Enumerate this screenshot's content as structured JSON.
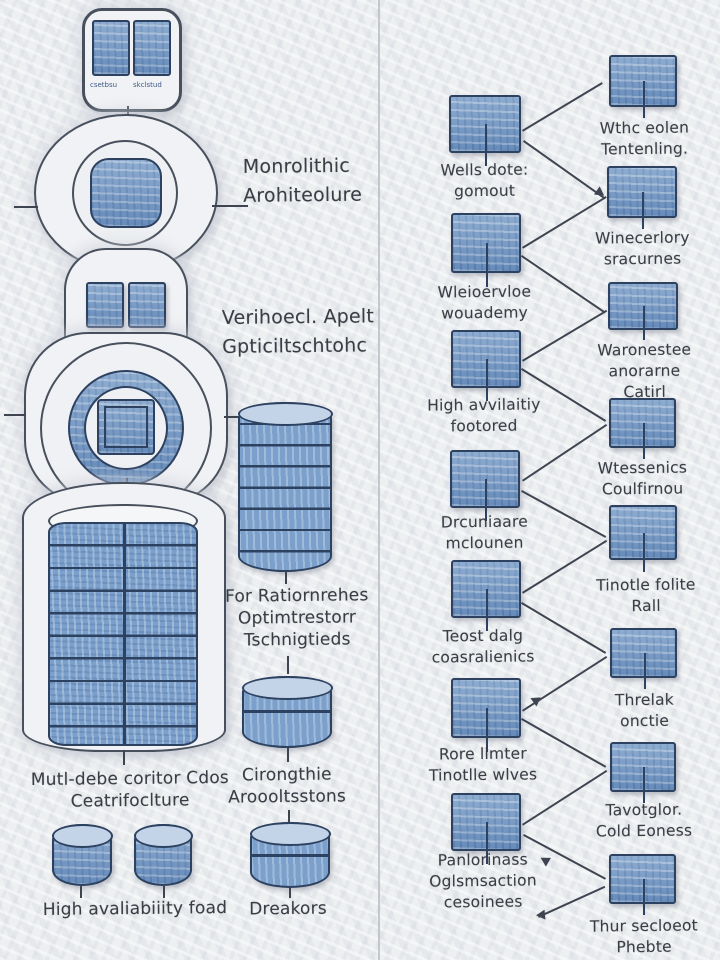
{
  "palette": {
    "node_blue": "#6e95c4",
    "node_border": "#2d4160",
    "shell_gray": "#f1f2f5",
    "line": "#3e4550",
    "paper": "#edeff1",
    "text": "#3a3e44"
  },
  "left_column": {
    "server_box": {
      "caption_left": "csetbsu",
      "caption_right": "skclstud"
    },
    "monolithic_label": "Monrolithic\nArohiteolure",
    "api_label": "Verihoecl. Apelt\nGpticiltschtohc",
    "perf_label": "For Ratiornrehes\nOptimtrestorr\nTschnigtieds",
    "cirongthie_label": "Cirongthie\nAroooltsstons",
    "multidc_label": "Mutl-debe coritor Cdos\nCeatrifoclture",
    "ha_label": "High avaliabiiity foad",
    "dreakors_label": "Dreakors"
  },
  "right_column": {
    "left_nodes": [
      {
        "label": "Wells dote:\ngomout"
      },
      {
        "label": "Wleioervloe\nwouademy"
      },
      {
        "label": "High avvilaitiy\nfootored"
      },
      {
        "label": "Drcuniaare\nmclounen"
      },
      {
        "label": "Teost dalg\ncoasralienics"
      },
      {
        "label": "Rore limter\nTinotlle wlves"
      },
      {
        "label": "Panlorinass\nOglsmsaction\ncesoinees"
      }
    ],
    "right_nodes": [
      {
        "label": "Wthc eolen\nTentenling."
      },
      {
        "label": "Winecerlory\nsracurnes"
      },
      {
        "label": "Waronestee\nanorarne\nCatirl"
      },
      {
        "label": "Wtessenics\nCoulfirnou"
      },
      {
        "label": "Tinotle folite\nRall"
      },
      {
        "label": "Threlak\nonctie"
      },
      {
        "label": "Tavotglor.\nCold Eoness"
      },
      {
        "label": "Thur secloeot\nPhebte"
      }
    ]
  }
}
